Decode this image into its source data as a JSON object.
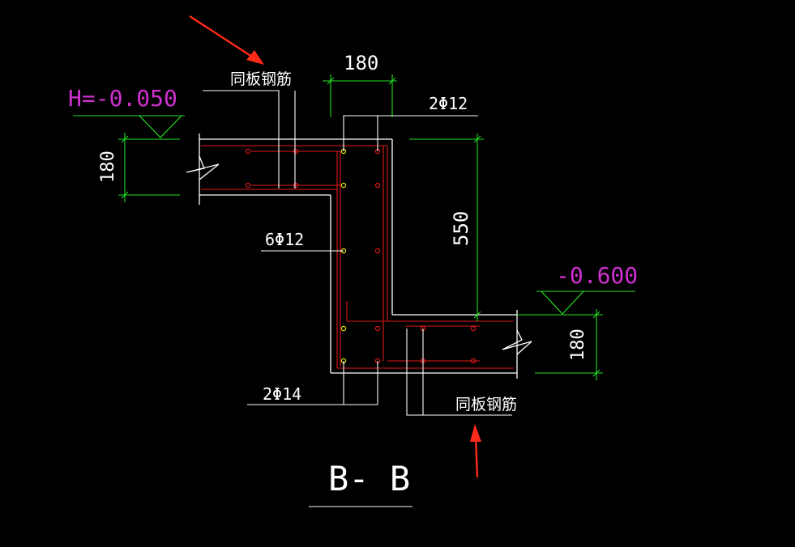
{
  "colors": {
    "background": "#000000",
    "outline": "#ffffff",
    "rebar": "#e01818",
    "dimension": "#22e022",
    "elevation": "#d030d0",
    "arrow": "#ff2a1a",
    "bar_yellow": "#e6e600"
  },
  "labels": {
    "top_rebar_note": "同板钢筋",
    "bottom_rebar_note": "同板钢筋",
    "top_bar": "2Φ12",
    "side_bars": "6Φ12",
    "bottom_bar": "2Φ14",
    "section_title": "B- B"
  },
  "elevations": {
    "top": "H=-0.050",
    "bottom": "-0.600"
  },
  "dimensions": {
    "top_width": "180",
    "left_thickness": "180",
    "step_height": "550",
    "right_thickness": "180"
  },
  "icons": [
    "arrow-icon",
    "break-line-icon",
    "elevation-triangle-icon"
  ]
}
